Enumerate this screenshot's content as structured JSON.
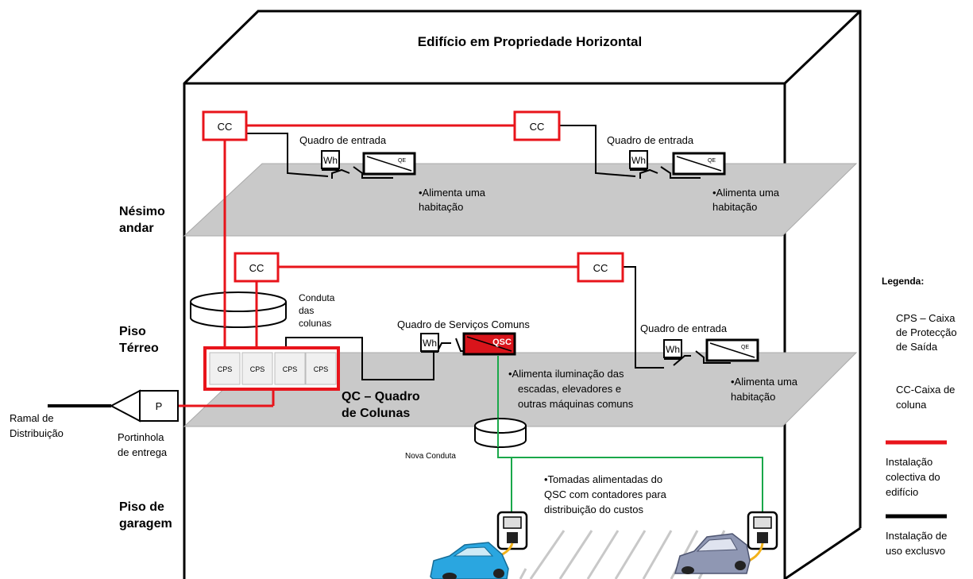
{
  "title": "Edifício em Propriedade Horizontal",
  "floors": {
    "nth": [
      "Nésimo",
      "andar"
    ],
    "ground": [
      "Piso",
      "Térreo"
    ],
    "garage": [
      "Piso de",
      "garagem"
    ]
  },
  "boxes": {
    "cc": "CC",
    "qe": "QE",
    "wh": "Wh",
    "cps": "CPS",
    "p": "P",
    "qsc": "QSC"
  },
  "labels": {
    "quadro_entrada": "Quadro de entrada",
    "alimenta_habitacao": [
      "•Alimenta uma",
      "habitação"
    ],
    "conduta_colunas": [
      "Conduta",
      "das",
      "colunas"
    ],
    "quadro_servicos": "Quadro de Serviços Comuns",
    "qc": [
      "QC – Quadro",
      "de Colunas"
    ],
    "alimenta_iluminacao": [
      "•Alimenta iluminação das",
      "escadas, elevadores e",
      "outras máquinas comuns"
    ],
    "ramal": [
      "Ramal de",
      "Distribuição"
    ],
    "portinhola": [
      "Portinhola",
      "de entrega"
    ],
    "nova_conduta": "Nova Conduta",
    "tomadas": [
      "•Tomadas alimentadas do",
      "QSC com contadores para",
      "distribuição do custos"
    ]
  },
  "legend": {
    "title": "Legenda:",
    "cps": [
      "CPS – Caixa",
      "de Protecção",
      "de Saída"
    ],
    "cc": [
      "CC-Caixa de",
      "coluna"
    ],
    "collective": [
      "Instalação",
      "colectiva do",
      "edifício"
    ],
    "exclusive": [
      "Instalação de",
      "uso exclusvo"
    ]
  },
  "colors": {
    "collective_line": "#e8141b",
    "exclusive_line": "#000000",
    "ev_line": "#1aa84a",
    "floor_fill": "#c9c9c9",
    "qsc_fill": "#d9141b",
    "ev_cable": "#f2b21a",
    "car_blue": "#2aa6e0",
    "car_silver": "#8f97b3"
  }
}
